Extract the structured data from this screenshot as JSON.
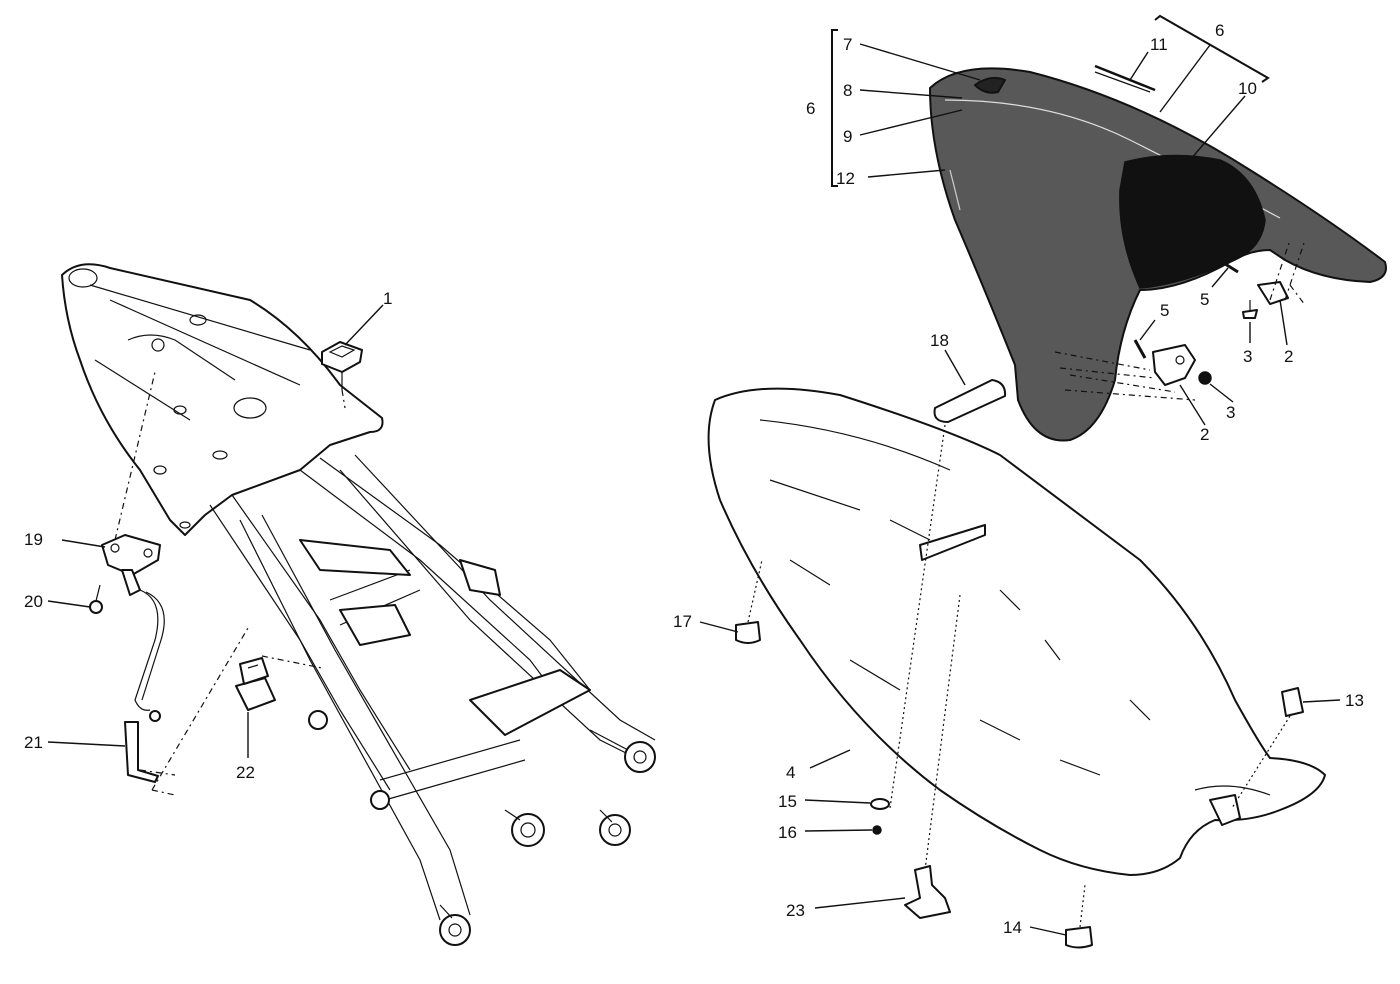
{
  "callouts": {
    "c1": "1",
    "c2a": "2",
    "c2b": "2",
    "c3a": "3",
    "c3b": "3",
    "c4": "4",
    "c5a": "5",
    "c5b": "5",
    "c6a": "6",
    "c6b": "6",
    "c7": "7",
    "c8": "8",
    "c9": "9",
    "c10": "10",
    "c11": "11",
    "c12": "12",
    "c13": "13",
    "c14": "14",
    "c15": "15",
    "c16": "16",
    "c17": "17",
    "c18": "18",
    "c19": "19",
    "c20": "20",
    "c21": "21",
    "c22": "22",
    "c23": "23"
  },
  "colors": {
    "line": "#111111",
    "cover_fill": "#585858",
    "pad_fill": "#111111",
    "background": "#ffffff"
  }
}
